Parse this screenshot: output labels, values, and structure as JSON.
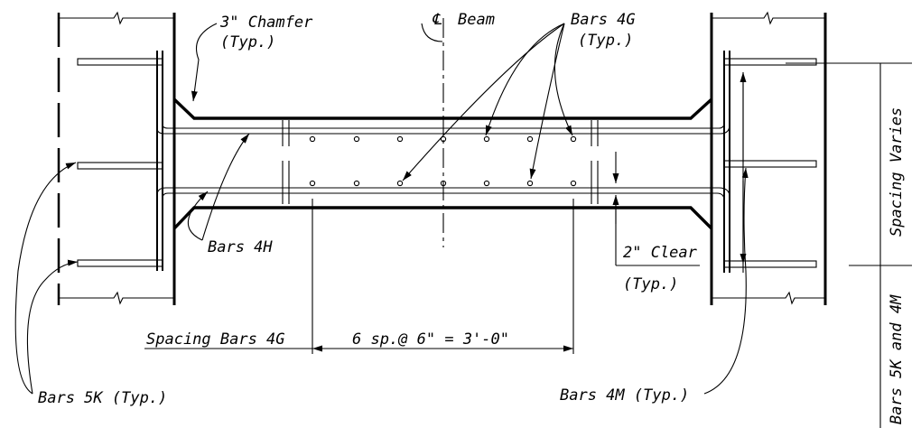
{
  "labels": {
    "chamfer": "3\" Chamfer",
    "chamfer_typ": "(Typ.)",
    "centerline_symbol": "℄",
    "beam": "Beam",
    "bars_4g": "Bars 4G",
    "bars_4g_typ": "(Typ.)",
    "bars_4h": "Bars 4H",
    "clear": "2\" Clear",
    "clear_typ": "(Typ.)",
    "spacing_varies": "Spacing Varies",
    "spacing_bars_4g": "Spacing Bars 4G",
    "spacing_dim": "6 sp.@ 6\" = 3'-0\"",
    "bars_5k_typ": "Bars 5K (Typ.)",
    "bars_4m_typ": "Bars 4M (Typ.)",
    "bars_5k_and_4m": "Bars 5K and 4M"
  }
}
